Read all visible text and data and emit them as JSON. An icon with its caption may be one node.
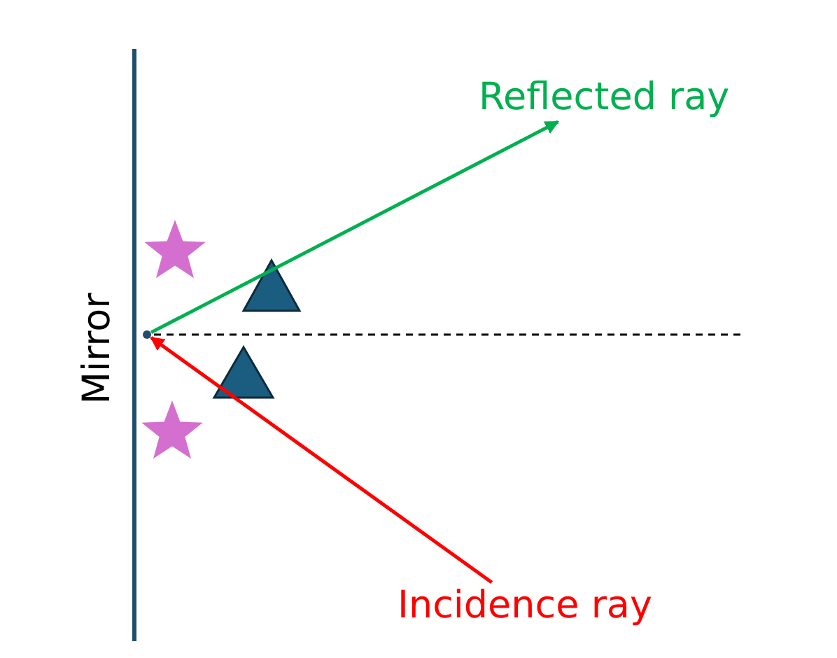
{
  "diagram": {
    "nodes": [
      {
        "text": [
          "Reflected ray"
        ]
      },
      {
        "text": [
          "Incidence ray"
        ]
      },
      {
        "text": [],
        "shape": "point"
      }
    ],
    "edges": [
      {
        "from": 1,
        "to": 2,
        "arrow": "to",
        "color": "#ff0000"
      },
      {
        "from": 2,
        "to": 0,
        "arrow": "to",
        "color": "#00b050"
      }
    ],
    "labels": [
      "Mirror"
    ]
  }
}
